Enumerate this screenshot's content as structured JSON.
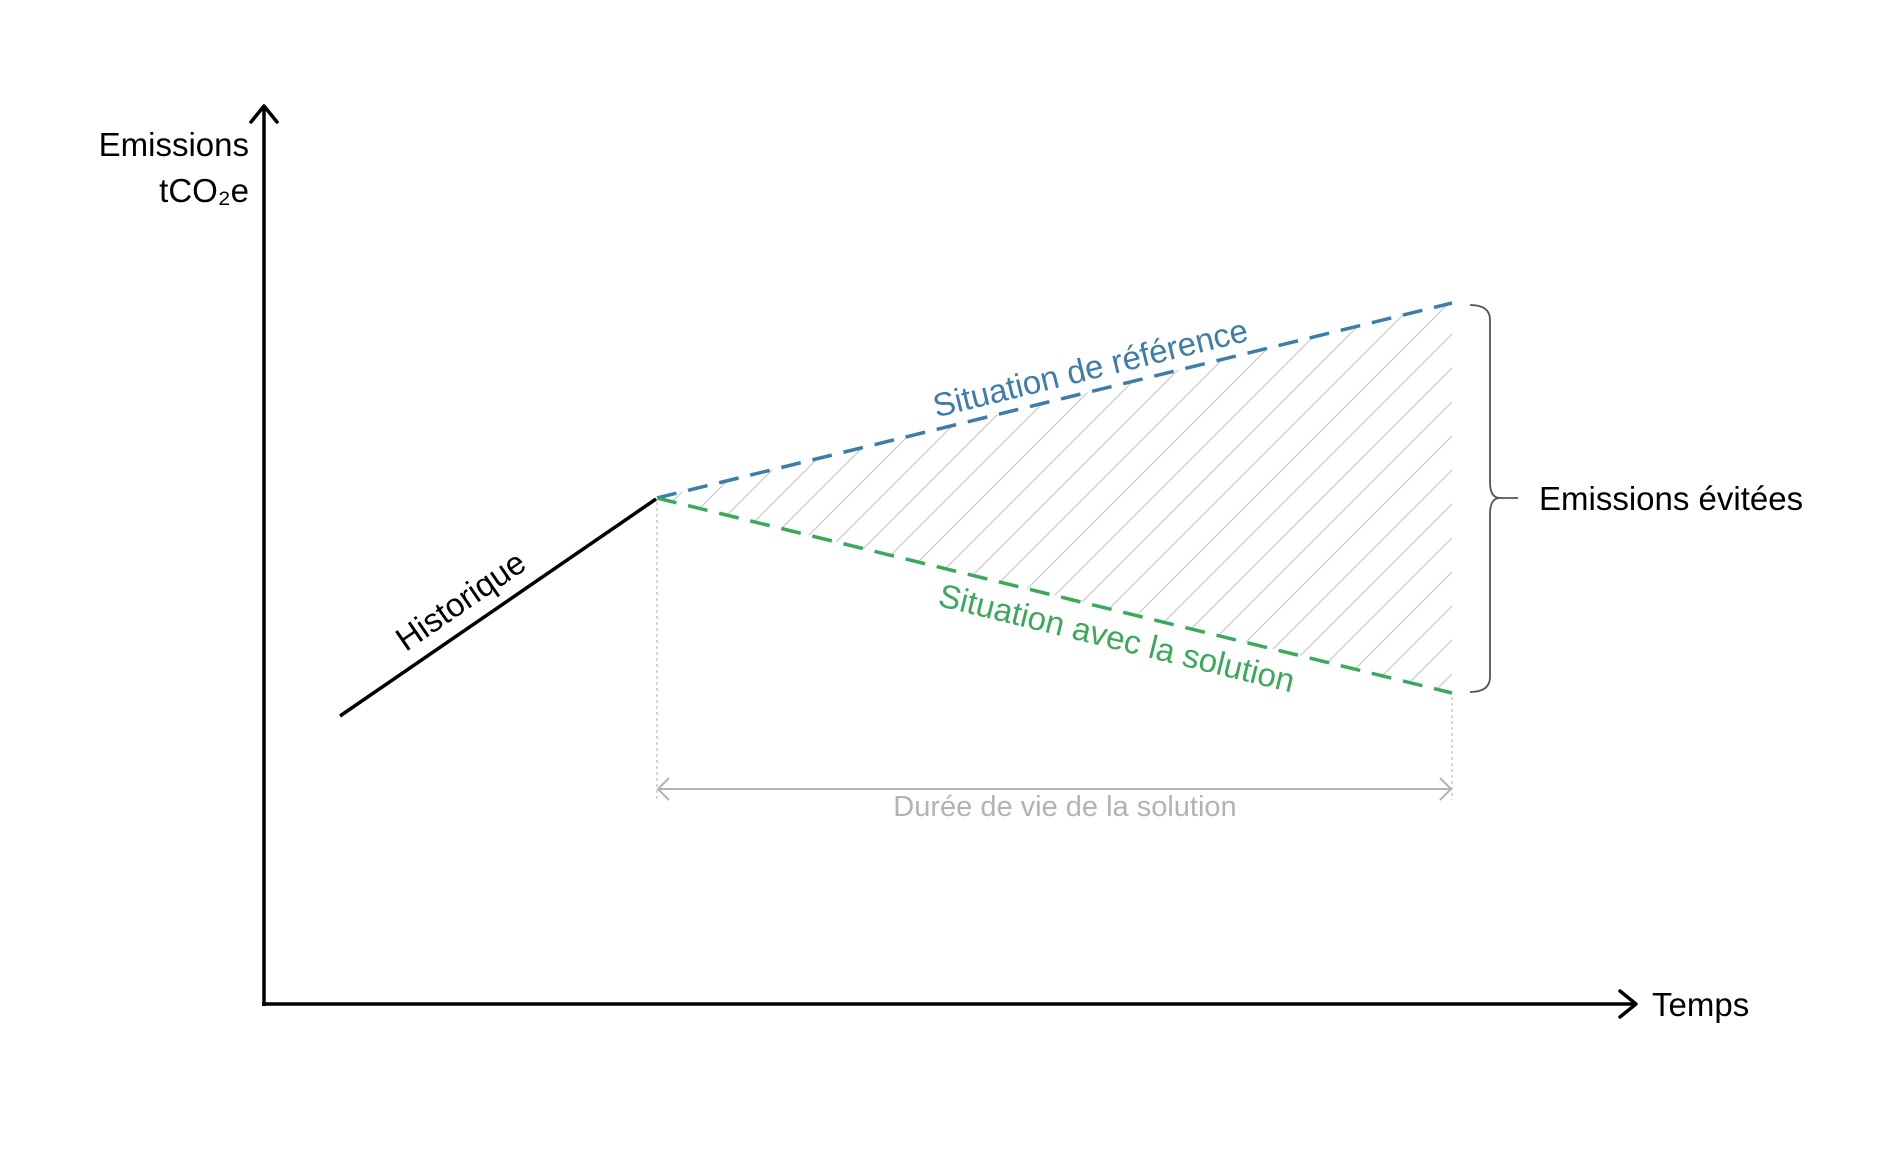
{
  "diagram": {
    "y_axis_label_line1": "Emissions",
    "y_axis_label_line2": "tCO₂e",
    "x_axis_label": "Temps",
    "historic_label": "Historique",
    "reference_label": "Situation de référence",
    "solution_label": "Situation avec la solution",
    "avoided_label": "Emissions évitées",
    "lifetime_label": "Durée de vie de la solution"
  },
  "colors": {
    "axis": "#000000",
    "historic": "#000000",
    "reference": "#3d7da8",
    "solution": "#3aaa5a",
    "hatch": "#cccccc",
    "dimension": "#b3b3b3",
    "bracket": "#555555"
  }
}
